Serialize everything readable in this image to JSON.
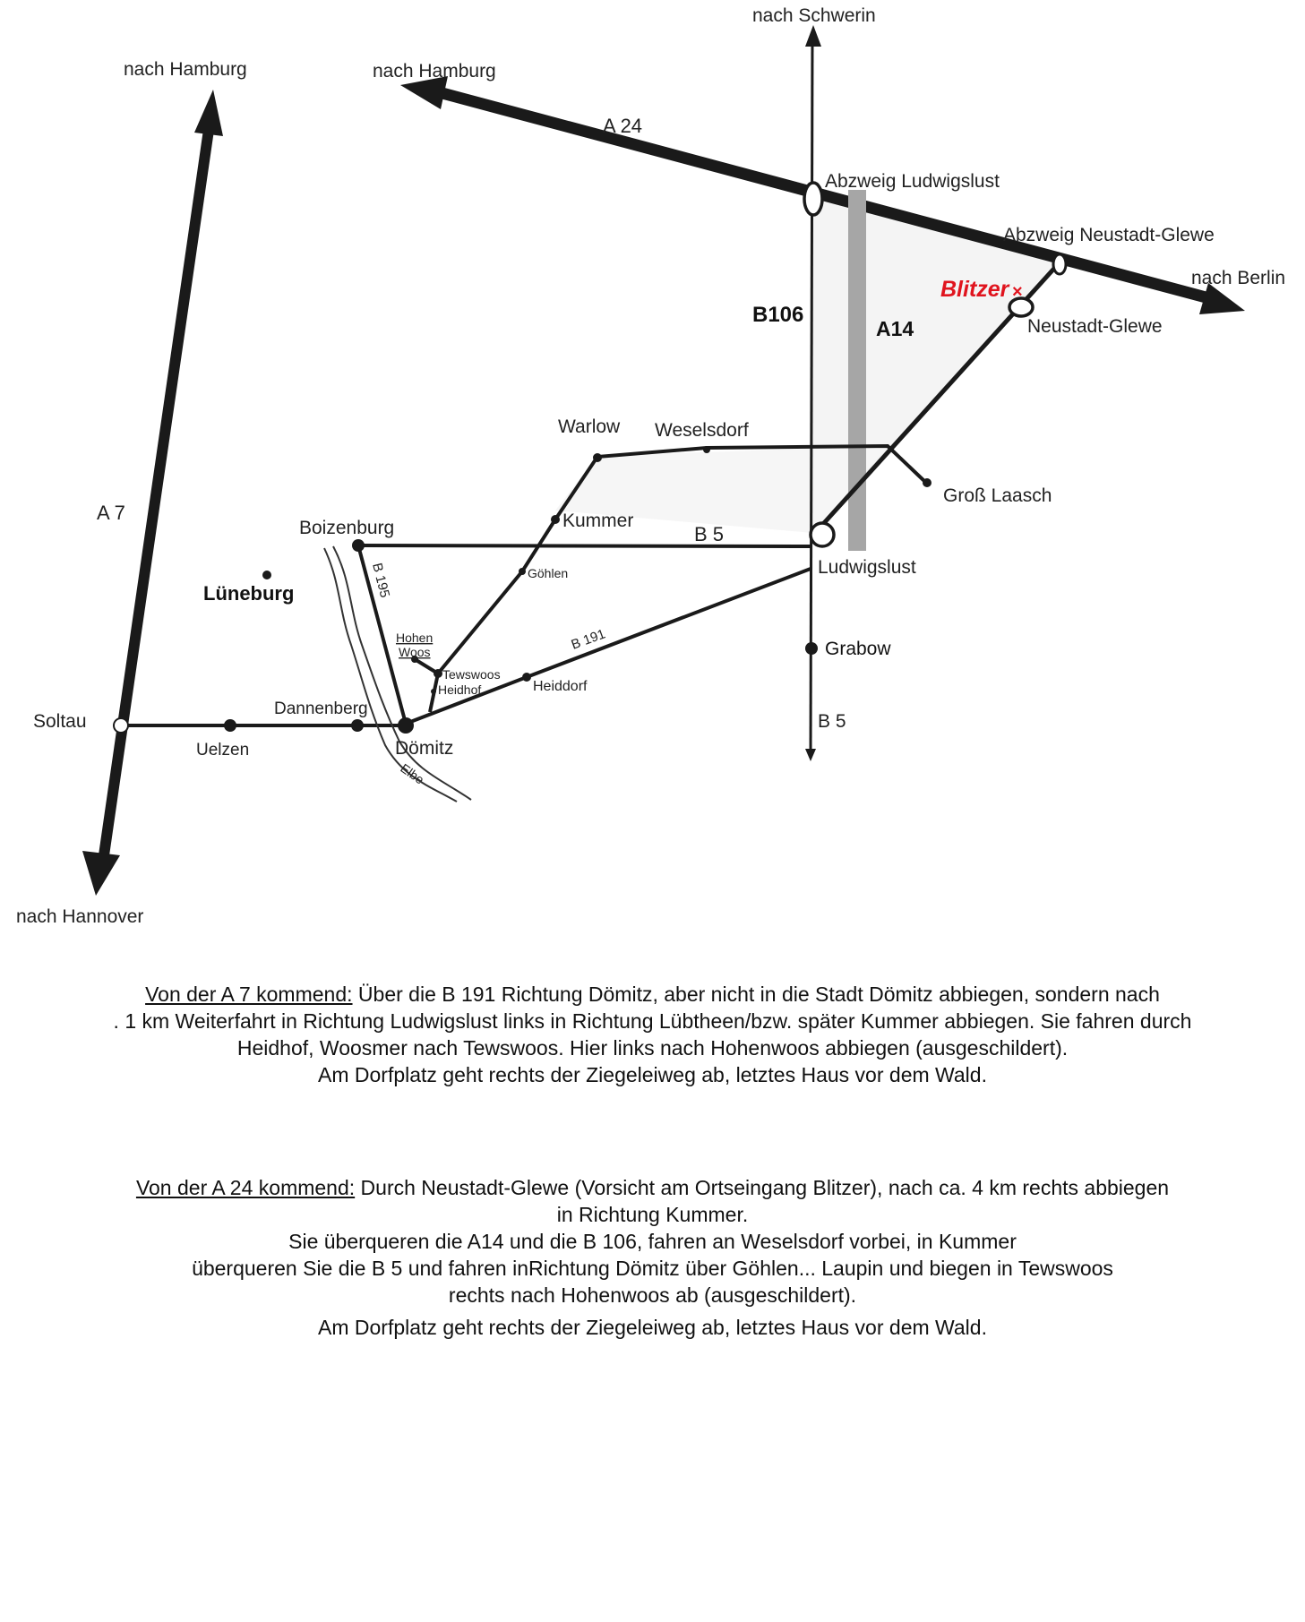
{
  "map": {
    "roads": {
      "a7": "A 7",
      "a24": "A 24",
      "a14": "A14",
      "b106": "B106",
      "b5_east": "B 5",
      "b5_south": "B 5",
      "b195": "B 195",
      "b191": "B 191"
    },
    "directions": {
      "schwerin": "nach Schwerin",
      "hamburg_a7": "nach Hamburg",
      "hamburg_a24": "nach Hamburg",
      "berlin": "nach Berlin",
      "hannover": "nach Hannover"
    },
    "junctions": {
      "ludwigslust": "Abzweig Ludwigslust",
      "neustadt_glewe": "Abzweig Neustadt-Glewe"
    },
    "places": {
      "neustadt_glewe": "Neustadt-Glewe",
      "gross_laasch": "Groß Laasch",
      "warlow": "Warlow",
      "weselsdorf": "Weselsdorf",
      "kummer": "Kummer",
      "ludwigslust": "Ludwigslust",
      "grabow": "Grabow",
      "boizenburg": "Boizenburg",
      "lueneburg": "Lüneburg",
      "goehlen": "Göhlen",
      "hohen": "Hohen",
      "woos": "Woos",
      "tewswoos": "Tewswoos",
      "heidhof": "Heidhof",
      "heiddorf": "Heiddorf",
      "soltau": "Soltau",
      "uelzen": "Uelzen",
      "dannenberg": "Dannenberg",
      "doemitz": "Dömitz",
      "elbe": "Elbe"
    },
    "warning": "Blitzer",
    "colors": {
      "road": "#1a1a1a",
      "a14_bar": "#a6a6a6",
      "area_fill": "#f4f4f4",
      "warning": "#e0141e"
    }
  },
  "instructions": {
    "a7": {
      "lead": "Von der A 7 kommend:",
      "line1": " Über die B 191 Richtung Dömitz, aber nicht in die Stadt Dömitz abbiegen, sondern nach",
      "line2": ". 1 km Weiterfahrt in Richtung Ludwigslust links in Richtung Lübtheen/bzw. später Kummer abbiegen. Sie fahren durch",
      "line3": "Heidhof, Woosmer nach Tewswoos. Hier links nach Hohenwoos abbiegen (ausgeschildert).",
      "line4": "Am Dorfplatz geht rechts der Ziegeleiweg ab, letztes Haus vor dem Wald."
    },
    "a24": {
      "lead": "Von der A 24 kommend:",
      "line1": " Durch Neustadt-Glewe (Vorsicht am Ortseingang Blitzer), nach ca. 4 km rechts abbiegen",
      "line2": "in Richtung Kummer.",
      "line3": "Sie überqueren die A14 und die B 106, fahren an Weselsdorf vorbei, in Kummer",
      "line4": "überqueren Sie die B 5 und fahren inRichtung Dömitz über Göhlen... Laupin und biegen in Tewswoos",
      "line5": "rechts nach Hohenwoos ab (ausgeschildert).",
      "line6": "Am Dorfplatz geht rechts der Ziegeleiweg ab, letztes Haus vor dem Wald."
    }
  }
}
